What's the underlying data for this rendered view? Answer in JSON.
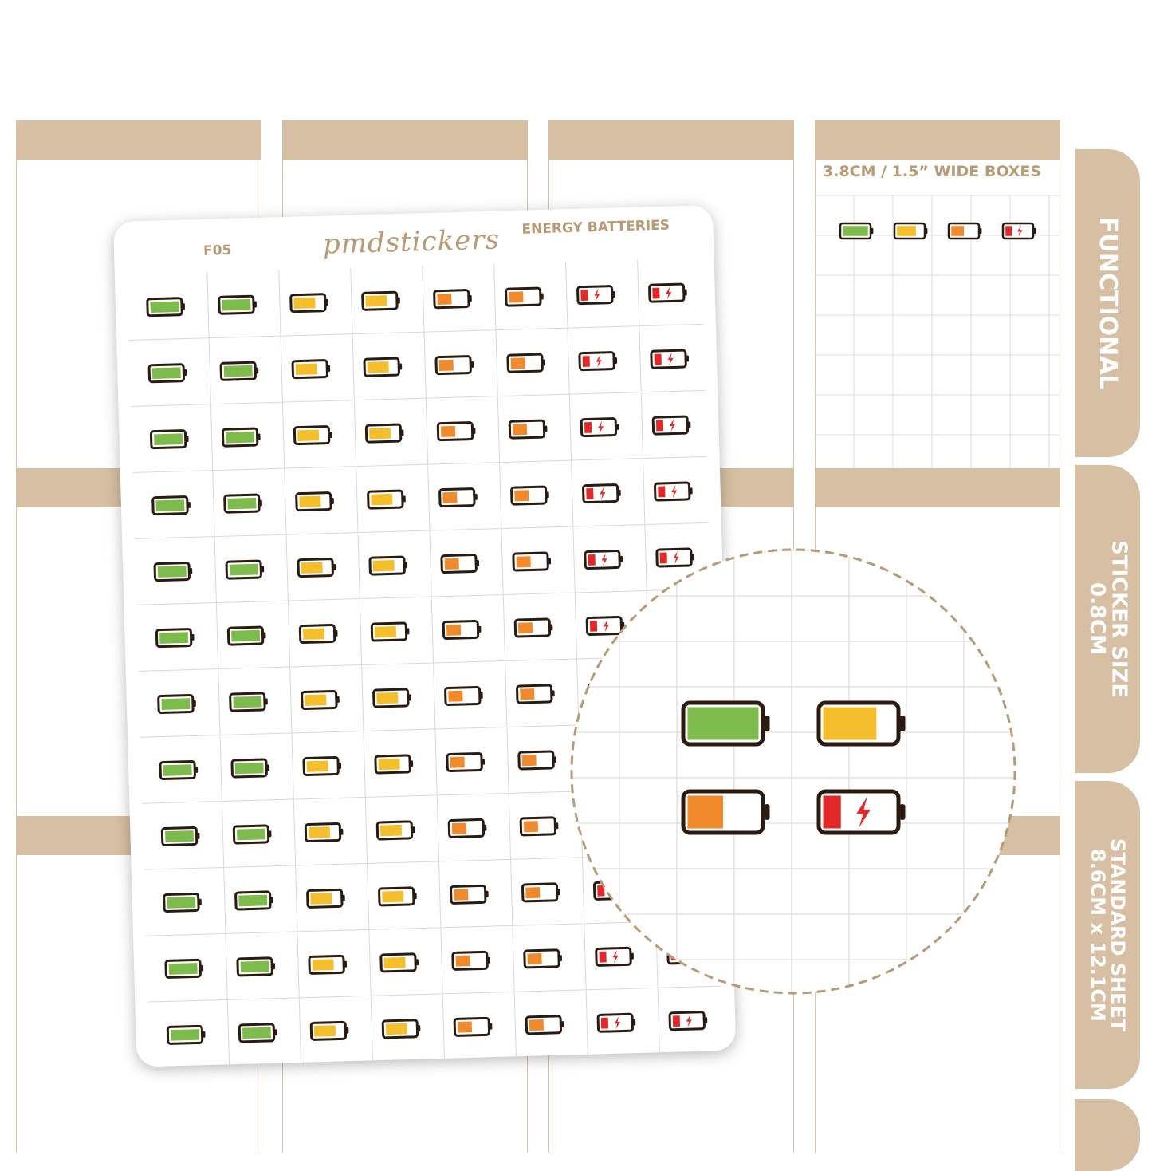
{
  "sheet": {
    "code": "F05",
    "brand": "pmdstickers",
    "title": "ENERGY BATTERIES",
    "grid": {
      "rows": [
        [
          "green",
          "green",
          "yellow",
          "yellow",
          "orange",
          "orange",
          "red",
          "red"
        ],
        [
          "green",
          "green",
          "yellow",
          "yellow",
          "orange",
          "orange",
          "red",
          "red"
        ],
        [
          "green",
          "green",
          "yellow",
          "yellow",
          "orange",
          "orange",
          "red",
          "red"
        ],
        [
          "green",
          "green",
          "yellow",
          "yellow",
          "orange",
          "orange",
          "red",
          "red"
        ],
        [
          "green",
          "green",
          "yellow",
          "yellow",
          "orange",
          "orange",
          "red",
          "red"
        ],
        [
          "green",
          "green",
          "yellow",
          "yellow",
          "orange",
          "orange",
          "red",
          "red"
        ],
        [
          "green",
          "green",
          "yellow",
          "yellow",
          "orange",
          "orange",
          "red",
          "red"
        ],
        [
          "green",
          "green",
          "yellow",
          "yellow",
          "orange",
          "orange",
          "red",
          "red"
        ],
        [
          "green",
          "green",
          "yellow",
          "yellow",
          "orange",
          "orange",
          "red",
          "red"
        ],
        [
          "green",
          "green",
          "yellow",
          "yellow",
          "orange",
          "orange",
          "red",
          "red"
        ],
        [
          "green",
          "green",
          "yellow",
          "yellow",
          "orange",
          "orange",
          "red",
          "red"
        ],
        [
          "green",
          "green",
          "yellow",
          "yellow",
          "orange",
          "orange",
          "red",
          "red"
        ]
      ]
    }
  },
  "levels": {
    "green": {
      "fill": 1.0,
      "color": "#7dbb4c"
    },
    "yellow": {
      "fill": 0.75,
      "color": "#f4be2c"
    },
    "orange": {
      "fill": 0.5,
      "color": "#f08a2c"
    },
    "red": {
      "fill": 0.25,
      "color": "#e3282a",
      "icon": "lightning-bolt-icon"
    }
  },
  "info": {
    "box_heading": "3.8CM / 1.5” WIDE BOXES",
    "sample_row": [
      "green",
      "yellow",
      "orange",
      "red"
    ]
  },
  "zoom": {
    "items": [
      "green",
      "yellow",
      "orange",
      "red"
    ]
  },
  "tabs": [
    {
      "lines": [
        "FUNCTIONAL"
      ]
    },
    {
      "lines": [
        "STICKER SIZE",
        "0.8CM"
      ]
    },
    {
      "lines": [
        "STANDARD SHEET",
        "8.6CM x 12.1CM"
      ]
    }
  ],
  "colors": {
    "tan": "#d6bfa3",
    "tan_text": "#b89b74",
    "outline": "#2a1a10",
    "grid_line": "#d9d9d9"
  }
}
